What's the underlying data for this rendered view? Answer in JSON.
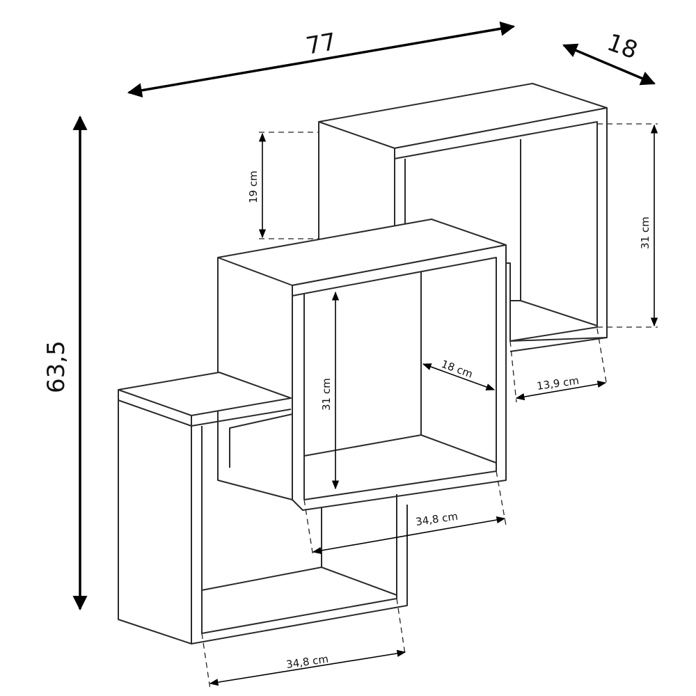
{
  "dimensions": {
    "overall_width": "77",
    "overall_depth": "18",
    "overall_height": "63,5",
    "top_offset": "19 cm",
    "top_box_height": "31 cm",
    "middle_box_height": "31 cm",
    "middle_box_depth": "18 cm",
    "top_box_inner_width": "13,9 cm",
    "middle_box_width": "34,8 cm",
    "bottom_box_width": "34,8 cm"
  }
}
